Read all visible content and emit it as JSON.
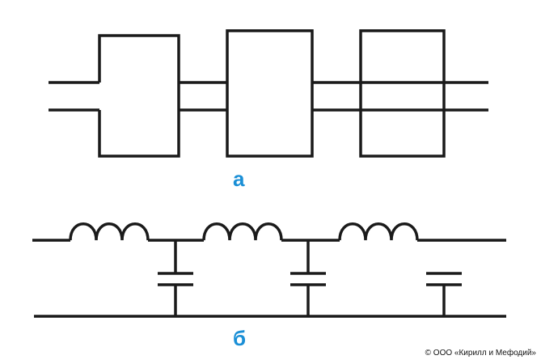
{
  "labels": {
    "a": "а",
    "b": "б"
  },
  "copyright": "© ООО «Кирилл и Мефодий»",
  "colors": {
    "line": "#1a1a1a",
    "label": "#1a8fd6"
  }
}
